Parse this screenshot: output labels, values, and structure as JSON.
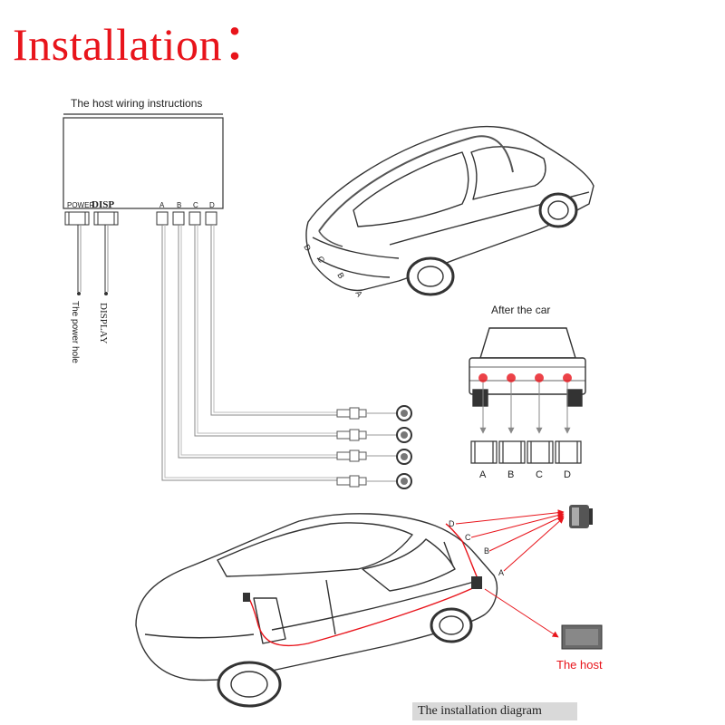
{
  "heading": {
    "title": "Installation",
    "colon": "："
  },
  "host_panel": {
    "title": "The host wiring instructions",
    "power_label": "POWER",
    "disp_label": "DISP",
    "ports": [
      "A",
      "B",
      "C",
      "D"
    ],
    "power_hole_label": "The power hole",
    "display_label": "DISPLAY"
  },
  "top_car": {
    "sensor_letters": [
      "D",
      "C",
      "B",
      "A"
    ]
  },
  "rear_view": {
    "title": "After the car",
    "sensor_letters": [
      "A",
      "B",
      "C",
      "D"
    ]
  },
  "bottom_car": {
    "sensor_letters": [
      "D",
      "C",
      "B",
      "A"
    ],
    "host_label": "The host"
  },
  "caption": "The installation diagram",
  "colors": {
    "heading": "#e8141b",
    "wiring_red": "#e8141b",
    "line": "#333333"
  }
}
